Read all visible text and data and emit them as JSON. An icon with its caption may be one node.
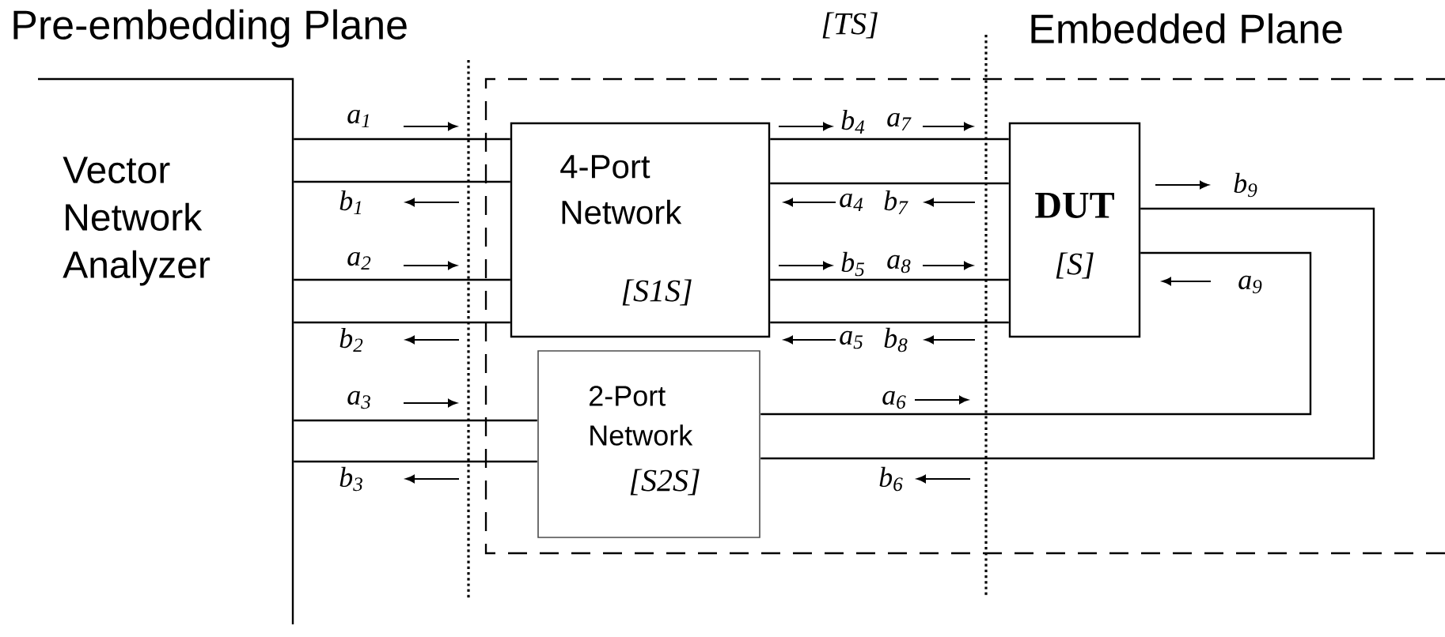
{
  "diagram": {
    "nodes": [
      {
        "text": [
          "Vector Network Analyzer"
        ]
      },
      {
        "text": [
          "[TS]"
        ]
      },
      {
        "text": [
          "4-Port Network",
          "[S1S]"
        ],
        "in": 1
      },
      {
        "text": [
          "DUT",
          "[S]"
        ],
        "in": 1
      },
      {
        "text": [
          "2-Port Network",
          "[S2S]"
        ],
        "in": 1
      }
    ],
    "edges": [
      {
        "from": 0,
        "to": 2,
        "arrow": "none"
      },
      {
        "from": 0,
        "to": 2,
        "arrow": "none"
      },
      {
        "from": 0,
        "to": 2,
        "arrow": "none"
      },
      {
        "from": 0,
        "to": 2,
        "arrow": "none"
      },
      {
        "from": 0,
        "to": 4,
        "arrow": "none"
      },
      {
        "from": 0,
        "to": 4,
        "arrow": "none"
      },
      {
        "from": 2,
        "to": 3,
        "arrow": "none"
      },
      {
        "from": 2,
        "to": 3,
        "arrow": "none"
      },
      {
        "from": 2,
        "to": 3,
        "arrow": "none"
      },
      {
        "from": 2,
        "to": 3,
        "arrow": "none"
      },
      {
        "from": 4,
        "to": 3,
        "arrow": "none"
      },
      {
        "from": 4,
        "to": 3,
        "arrow": "none"
      }
    ],
    "labels": [
      "Pre-embedding Plane",
      "Embedded Plane",
      "a$_{1}$",
      "b$_{1}$",
      "a$_{2}$",
      "b$_{2}$",
      "a$_{3}$",
      "b$_{3}$",
      "b$_{4}$",
      "a$_{7}$",
      "a$_{4}$",
      "b$_{7}$",
      "b$_{5}$",
      "a$_{8}$",
      "a$_{5}$",
      "b$_{8}$",
      "a$_{6}$",
      "b$_{6}$",
      "b$_{9}$",
      "a$_{9}$"
    ]
  }
}
